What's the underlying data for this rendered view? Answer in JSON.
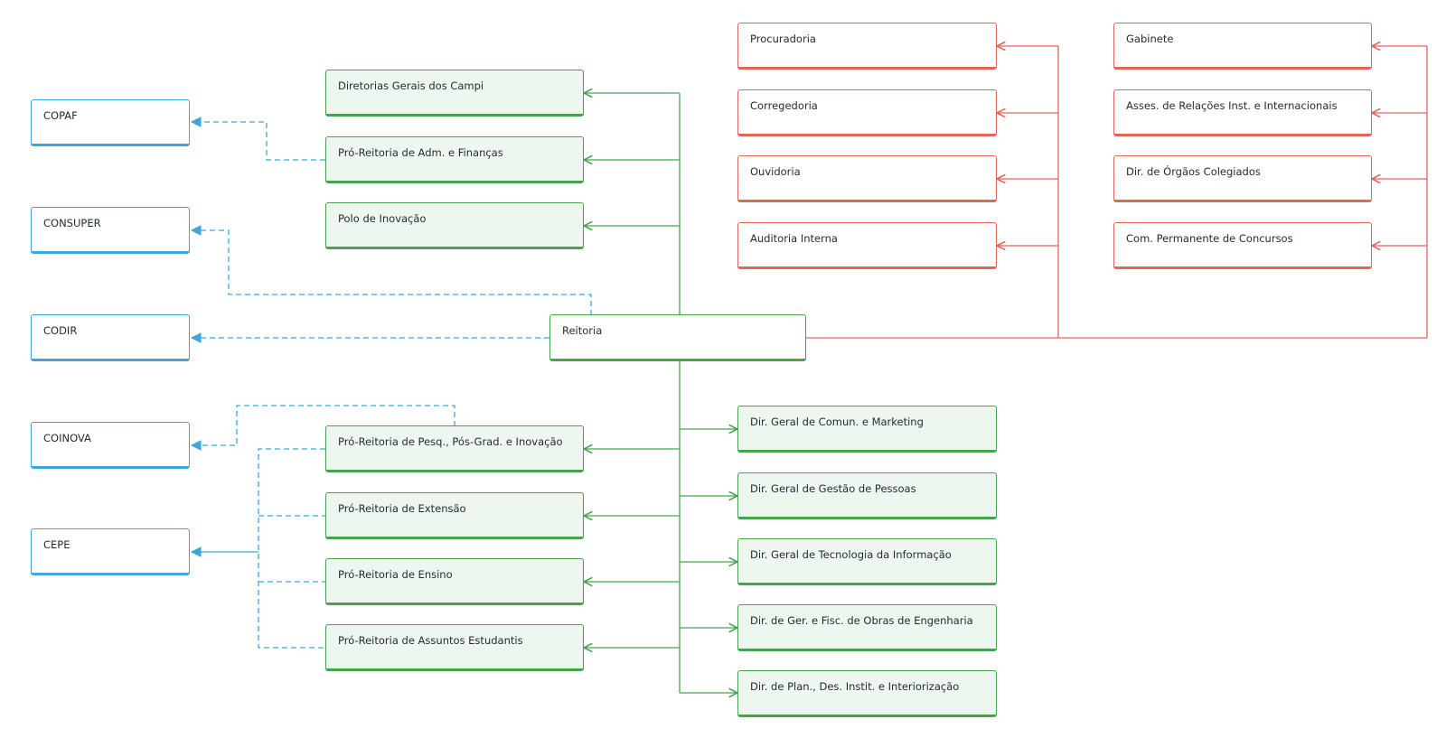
{
  "colors": {
    "council": "#3fa6dc",
    "academic": "#47a34f",
    "support": "#e0655a"
  },
  "nodes": {
    "copaf": "COPAF",
    "consuper": "CONSUPER",
    "codir": "CODIR",
    "coinova": "COINOVA",
    "cepe": "CEPE",
    "diretorias_gerais_campi": "Diretorias Gerais dos Campi",
    "proad": "Pró-Reitoria de Adm. e Finanças",
    "polo_inovacao": "Polo de Inovação",
    "reitoria": "Reitoria",
    "propi": "Pró-Reitoria de Pesq., Pós-Grad. e Inovação",
    "proext": "Pró-Reitoria de Extensão",
    "proen": "Pró-Reitoria de Ensino",
    "proae": "Pró-Reitoria de Assuntos Estudantis",
    "procuradoria": "Procuradoria",
    "corregedoria": "Corregedoria",
    "ouvidoria": "Ouvidoria",
    "auditoria": "Auditoria Interna",
    "gabinete": "Gabinete",
    "asses_relacoes": "Asses. de Relações Inst. e Internacionais",
    "dir_orgaos_colegiados": "Dir. de Órgãos Colegiados",
    "com_concursos": "Com. Permanente de Concursos",
    "dg_comunicacao": "Dir. Geral de Comun. e Marketing",
    "dg_pessoas": "Dir. Geral de Gestão de Pessoas",
    "dg_ti": "Dir. Geral de Tecnologia da Informação",
    "dir_obras": "Dir. de Ger. e Fisc. de Obras de Engenharia",
    "dir_planejamento": "Dir. de Plan., Des. Instit. e Interiorização"
  }
}
